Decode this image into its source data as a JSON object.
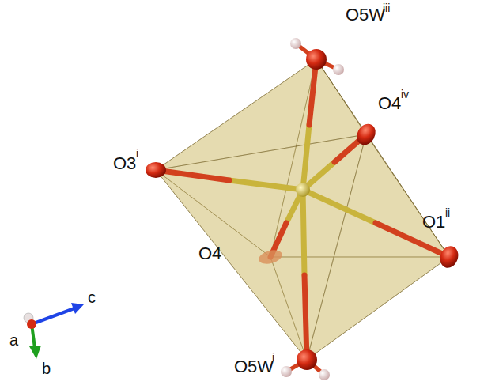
{
  "diagram": {
    "labels": [
      "O5W",
      "iii",
      "O3",
      "i",
      "O4",
      "iv",
      "O1",
      "ii",
      "O4",
      "O5W",
      "i",
      "a",
      "b",
      "c"
    ]
  }
}
